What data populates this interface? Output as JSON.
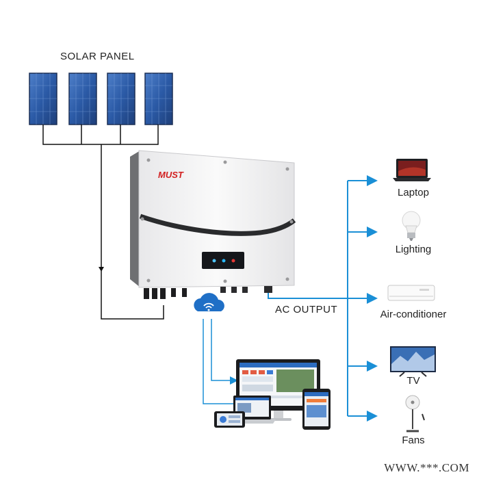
{
  "diagram": {
    "solar_panel_label": "SOLAR PANEL",
    "ac_output_label": "AC OUTPUT",
    "brand": "MUST",
    "watermark": "WWW.***.COM",
    "devices": [
      {
        "label": "Laptop",
        "icon": "laptop-icon"
      },
      {
        "label": "Lighting",
        "icon": "light-bulb-icon"
      },
      {
        "label": "Air-conditioner",
        "icon": "air-conditioner-icon"
      },
      {
        "label": "TV",
        "icon": "tv-icon"
      },
      {
        "label": "Fans",
        "icon": "fan-icon"
      }
    ],
    "colors": {
      "wire_dc": "#111111",
      "wire_ac": "#1a8fd6",
      "panel_blue": "#2f5fa8",
      "brand_red": "#d21f1f"
    }
  }
}
